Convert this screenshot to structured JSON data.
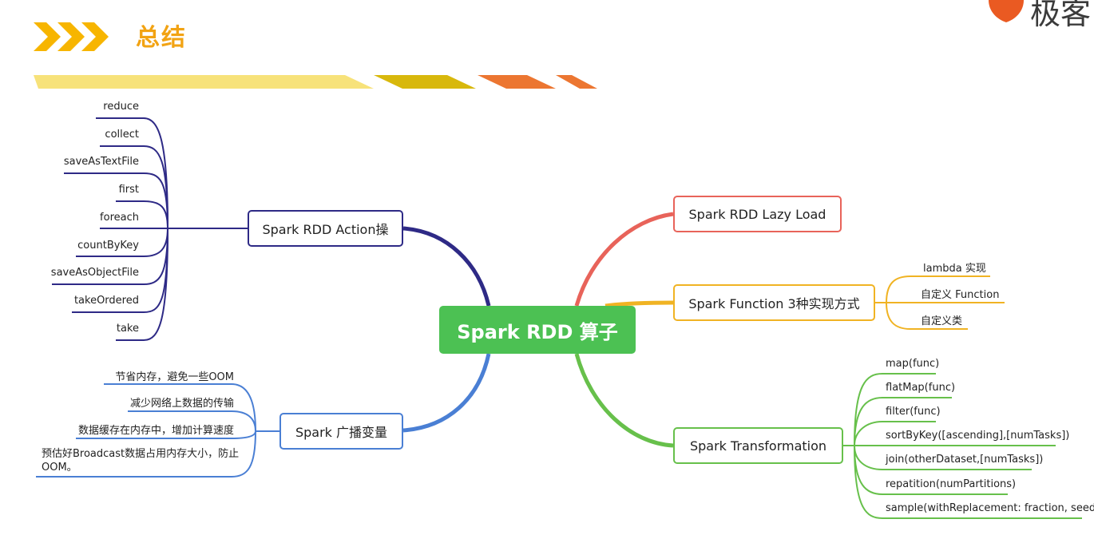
{
  "header": {
    "title": "总结",
    "logo_text": "极客"
  },
  "center": {
    "label": "Spark RDD 算子"
  },
  "branches": {
    "action": {
      "label": "Spark RDD Action操",
      "color": "#2e2a86",
      "items": [
        "reduce",
        "collect",
        "saveAsTextFile",
        "first",
        "foreach",
        "countByKey",
        "saveAsObjectFile",
        "takeOrdered",
        "take"
      ]
    },
    "broadcast": {
      "label": "Spark 广播变量",
      "color": "#4a7fd4",
      "items": [
        "节省内存，避免一些OOM",
        "减少网络上数据的传输",
        "数据缓存在内存中，增加计算速度",
        "预估好Broadcast数据占用内存大小，防止OOM。"
      ]
    },
    "lazy": {
      "label": "Spark RDD  Lazy Load",
      "color": "#e8635a",
      "items": []
    },
    "function": {
      "label": "Spark Function 3种实现方式",
      "color": "#f0b323",
      "items": [
        "lambda 实现",
        "自定义 Function",
        "自定义类"
      ]
    },
    "transformation": {
      "label": "Spark Transformation",
      "color": "#67c04b",
      "items": [
        "map(func)",
        "flatMap(func)",
        "filter(func)",
        "sortByKey([ascending],[numTasks])",
        "join(otherDataset,[numTasks])",
        "repatition(numPartitions)",
        "sample(withReplacement: fraction, seed)"
      ]
    }
  }
}
